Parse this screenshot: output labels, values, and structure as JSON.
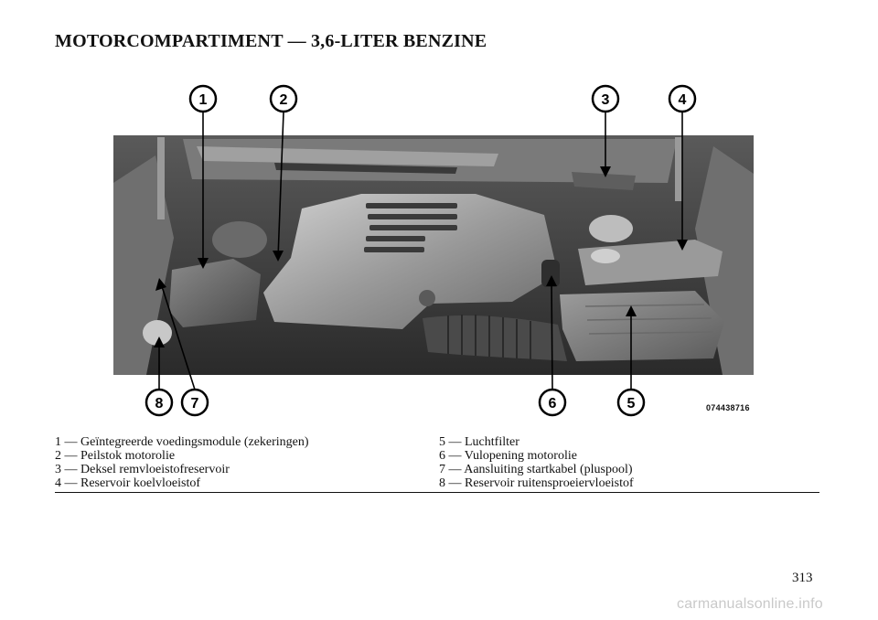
{
  "page": {
    "title": "MOTORCOMPARTIMENT — 3,6-LITER BENZINE",
    "figure_code": "074438716",
    "page_number": "313",
    "watermark": "carmanualsonline.info"
  },
  "callouts": [
    "1",
    "2",
    "3",
    "4",
    "5",
    "6",
    "7",
    "8"
  ],
  "legend": {
    "left": [
      "1 — Geïntegreerde voedingsmodule (zekeringen)",
      "2 — Peilstok motorolie",
      "3 — Deksel remvloeistofreservoir",
      "4 — Reservoir koelvloeistof"
    ],
    "right": [
      "5 — Luchtfilter",
      "6 — Vulopening motorolie",
      "7 — Aansluiting startkabel (pluspool)",
      "8 — Reservoir ruitensproeiervloeistof"
    ]
  }
}
